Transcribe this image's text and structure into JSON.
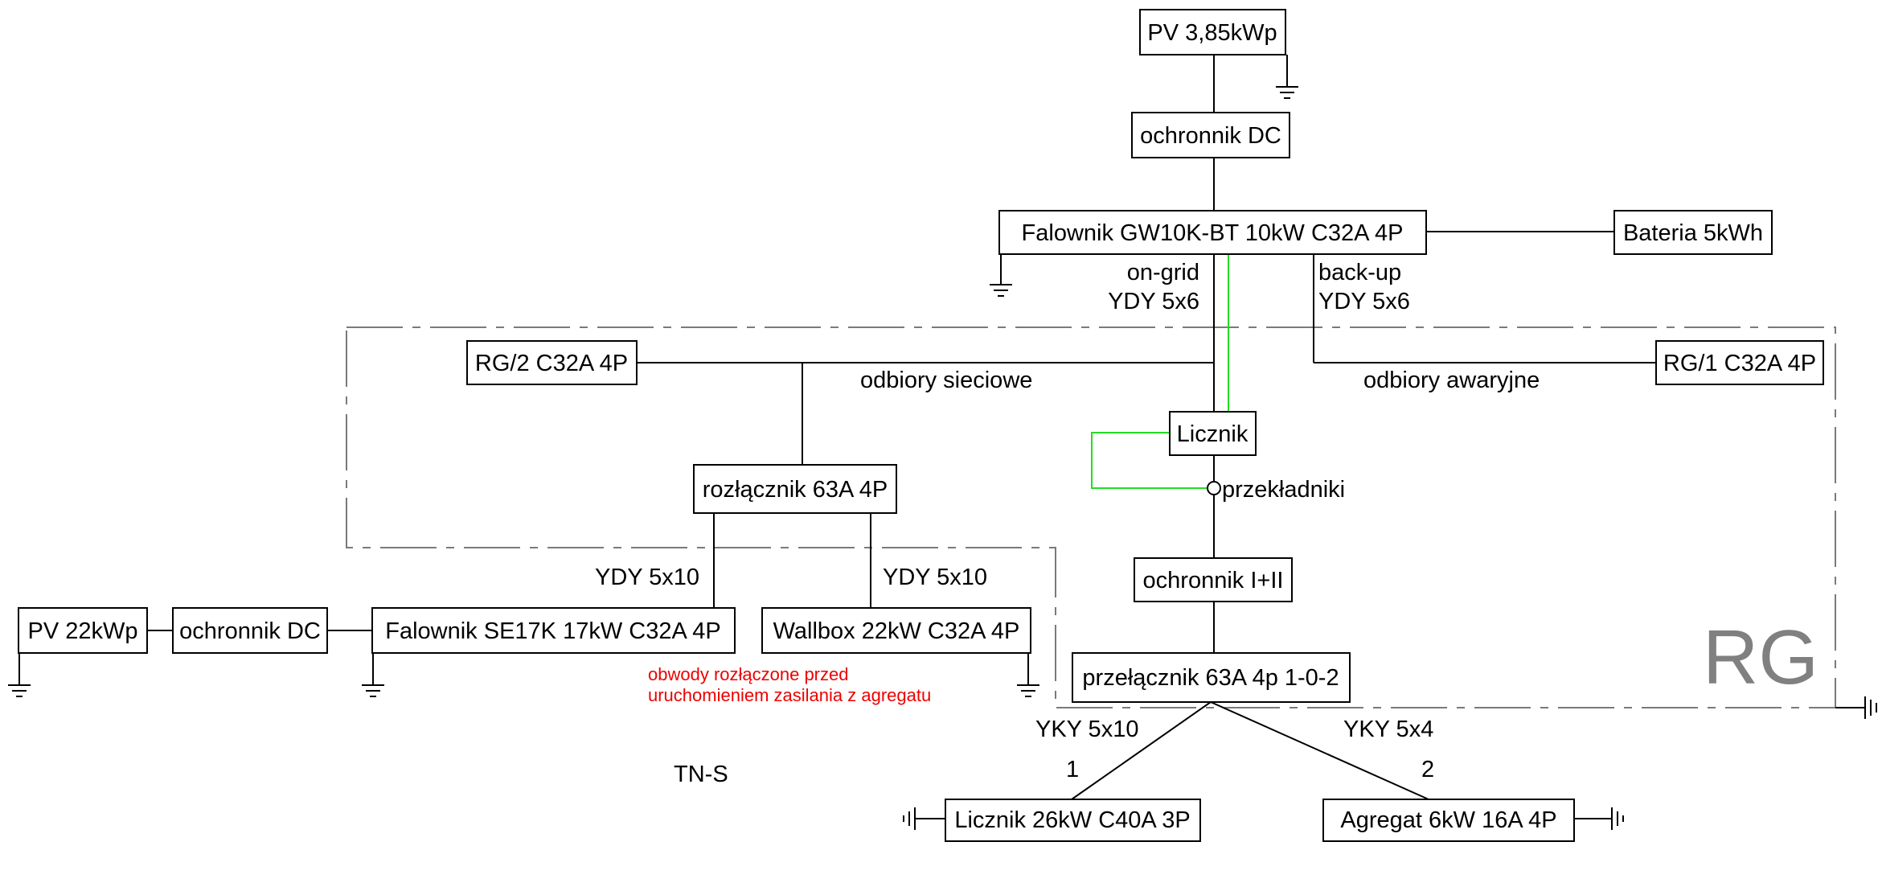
{
  "colors": {
    "line": "#000000",
    "signal": "#22dd22",
    "zone_border": "#7a7a7a",
    "zone_label": "#808080",
    "note": "#ee0000"
  },
  "blocks": {
    "pv_small": "PV 3,85kWp",
    "surge_dc_top": "ochronnik DC",
    "inverter_main": "Falownik GW10K-BT 10kW C32A 4P",
    "battery": "Bateria 5kWh",
    "rg2": "RG/2 C32A 4P",
    "rg1": "RG/1 C32A 4P",
    "meter_inner": "Licznik",
    "disconnector": "rozłącznik 63A 4P",
    "surge_ac": "ochronnik I+II",
    "pv_large": "PV 22kWp",
    "surge_dc_left": "ochronnik DC",
    "inverter_se": "Falownik SE17K 17kW C32A 4P",
    "wallbox": "Wallbox 22kW C32A 4P",
    "transfer_switch": "przełącznik 63A 4p 1-0-2",
    "grid_meter": "Licznik 26kW C40A 3P",
    "generator": "Agregat 6kW 16A 4P"
  },
  "labels": {
    "on_grid": "on-grid",
    "cable_on_grid": "YDY 5x6",
    "back_up": "back-up",
    "cable_back_up": "YDY 5x6",
    "grid_loads": "odbiory sieciowe",
    "emergency_loads": "odbiory awaryjne",
    "current_transformers": "przekładniki",
    "cable_se": "YDY 5x10",
    "cable_wallbox": "YDY 5x10",
    "cable_grid": "YKY 5x10",
    "cable_generator": "YKY 5x4",
    "switch_pos_1": "1",
    "switch_pos_2": "2",
    "system": "TN-S",
    "zone": "RG",
    "note_line1": "obwody rozłączone przed",
    "note_line2": "uruchomieniem zasilania z agregatu"
  }
}
